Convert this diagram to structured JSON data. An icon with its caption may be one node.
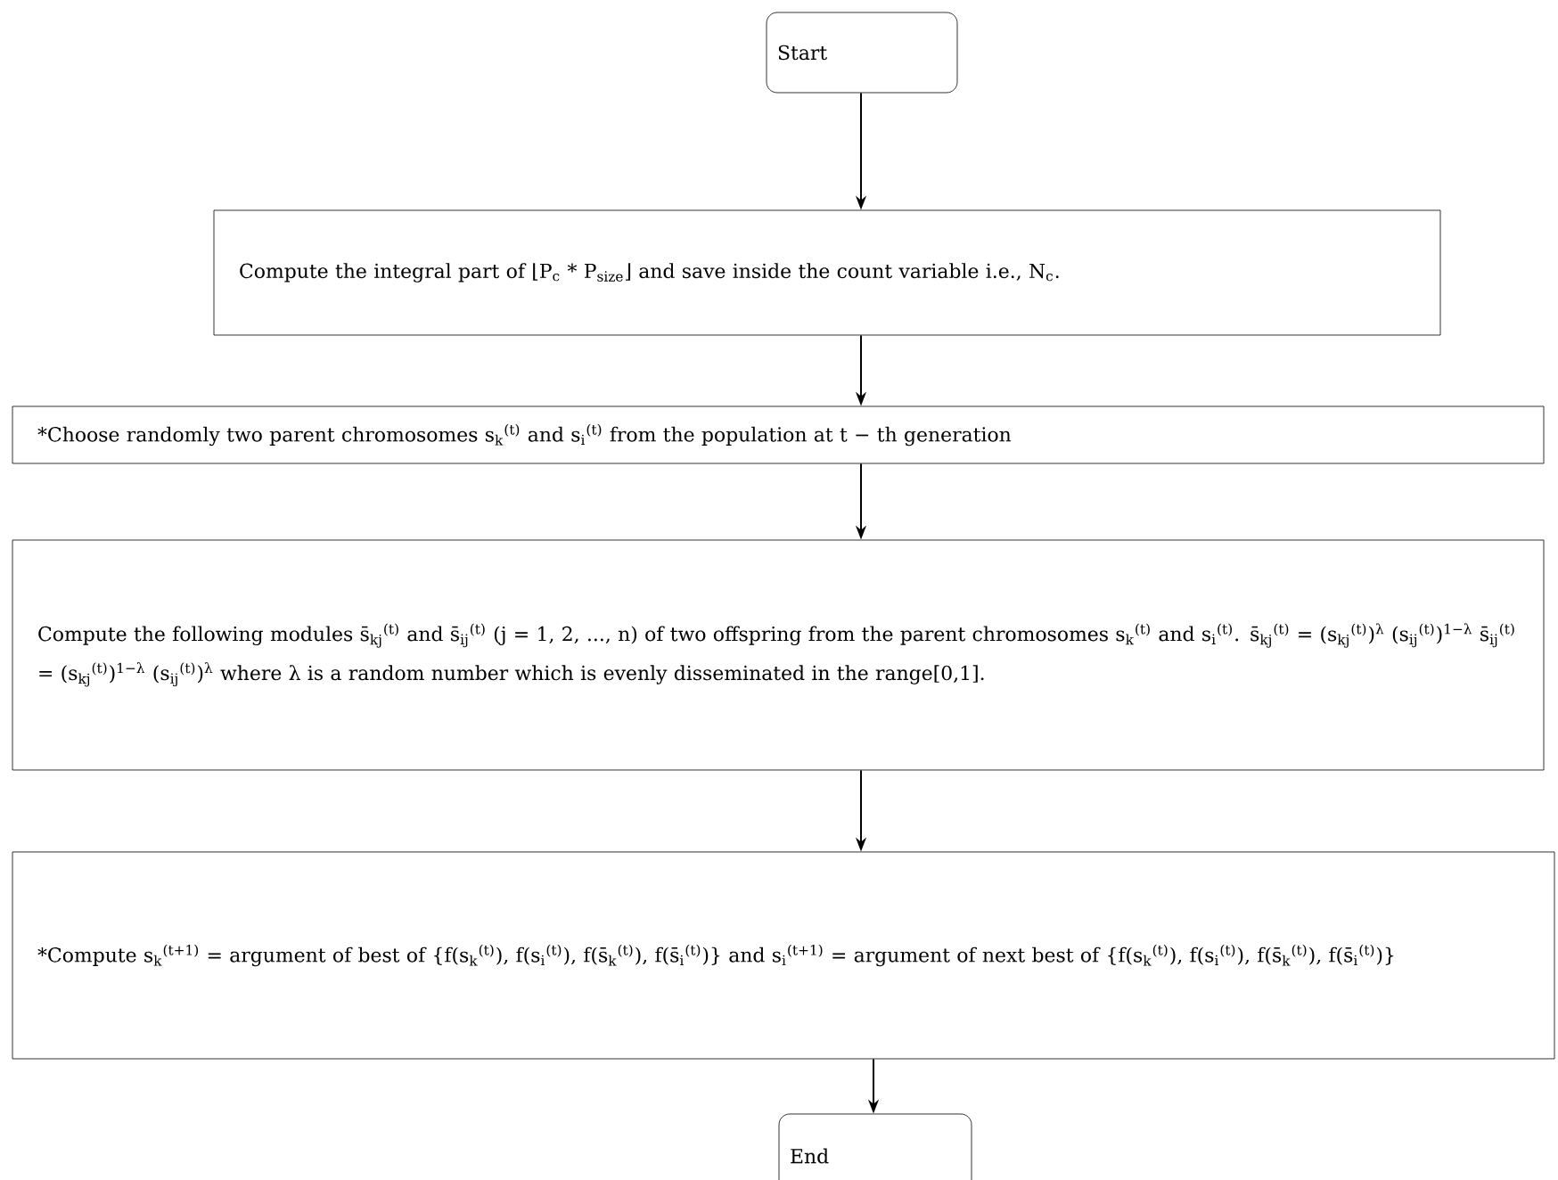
{
  "diagram": {
    "nodes": [
      {
        "text": [
          "Start"
        ]
      },
      {
        "text": [
          "Compute the integral part of ⌊P$_{c}$ * P$_{size}$⌋ and save inside the count variable i.e., N$_{c}$."
        ]
      },
      {
        "text": [
          "*Choose randomly two parent chromosomes s$_{k}$$^{(t)}$ and s$_{i}$$^{(t)}$ from the population at t − th generation"
        ]
      },
      {
        "text": [
          "Compute the following modules s̄$_{kj}$$^{(t)}$ and s̄$_{ij}$$^{(t)}$ (j = 1, 2, ..., n) of two offspring from the parent chromosomes s$_{k}$$^{(t)}$ and s$_{i}$$^{(t)}$. s̄$_{kj}$$^{(t)}$ = (s$_{kj}$$^{(t)}$)$^{λ}$ (s$_{ij}$$^{(t)}$)$^{1−λ}$ s̄$_{ij}$$^{(t)}$ = (s$_{kj}$$^{(t)}$)$^{1−λ}$ (s$_{ij}$$^{(t)}$)$^{λ}$ where λ is a random number which is evenly disseminated in the range[0,1]."
        ]
      },
      {
        "text": [
          "*Compute s$_{k}$$^{(t+1)}$ = argument of best of {f(s$_{k}$$^{(t)}$), f(s$_{i}$$^{(t)}$), f(s̄$_{k}$$^{(t)}$), f(s̄$_{i}$$^{(t)}$)} and s$_{i}$$^{(t+1)}$ = argument of next best of {f(s$_{k}$$^{(t)}$), f(s$_{i}$$^{(t)}$), f(s̄$_{k}$$^{(t)}$), f(s̄$_{i}$$^{(t)}$)}"
        ]
      },
      {
        "text": [
          "End"
        ]
      }
    ],
    "edges": [
      {
        "from": 0,
        "to": 1,
        "arrow": "to"
      },
      {
        "from": 1,
        "to": 2,
        "arrow": "to"
      },
      {
        "from": 2,
        "to": 3,
        "arrow": "to"
      },
      {
        "from": 3,
        "to": 4,
        "arrow": "to"
      },
      {
        "from": 4,
        "to": 5,
        "arrow": "to"
      }
    ]
  }
}
